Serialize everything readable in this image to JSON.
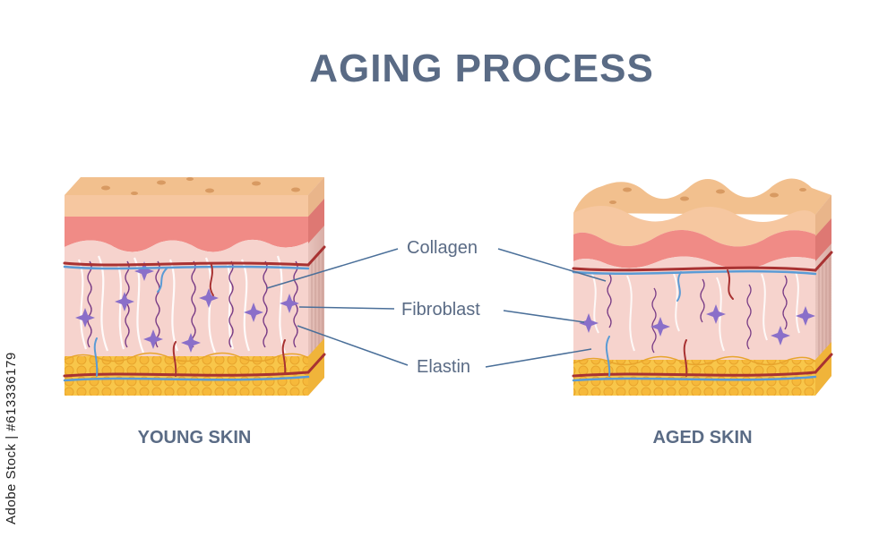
{
  "title": "AGING PROCESS",
  "panels": {
    "young": {
      "caption": "YOUNG SKIN"
    },
    "aged": {
      "caption": "AGED SKIN"
    }
  },
  "labels": {
    "collagen": "Collagen",
    "fibroblast": "Fibroblast",
    "elastin": "Elastin"
  },
  "credit": "Adobe Stock | #613336179",
  "colors": {
    "title": "#5a6b85",
    "epidermis_top": "#f2c08e",
    "epidermis_front": "#f6c7a0",
    "dermis_upper": "#f08b86",
    "dermis": "#f6d3cd",
    "fat": "#f8c64a",
    "artery": "#a83232",
    "vein": "#5b9bd5",
    "fibroblast": "#8a6fc9",
    "leader_line": "#4a6f99"
  }
}
